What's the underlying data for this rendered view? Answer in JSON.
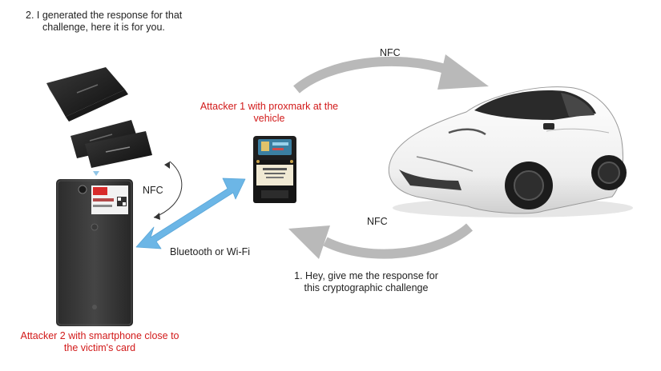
{
  "step2": {
    "line1": "2. I generated the response for that",
    "line2": "challenge, here it is for you."
  },
  "step1": {
    "line1": "1. Hey, give me the response for",
    "line2": "this cryptographic challenge"
  },
  "attacker1": {
    "line1": "Attacker 1 with proxmark at the",
    "line2": "vehicle"
  },
  "attacker2": {
    "line1": "Attacker 2 with smartphone close to",
    "line2": "the victim's card"
  },
  "links": {
    "nfc_top": "NFC",
    "nfc_bottom": "NFC",
    "nfc_phone": "NFC",
    "wireless": "Bluetooth or Wi-Fi"
  },
  "colors": {
    "attacker_label": "#d21a1a",
    "wireless_arrow": "#6cb6e6",
    "nfc_arrow": "#b9b9b9",
    "card_indicator": "#8fc4e6"
  },
  "icons": {
    "key_cards": "tesla-key-card-icon",
    "proxmark": "proxmark-device-icon",
    "smartphone": "smartphone-icon",
    "car": "car-icon"
  }
}
